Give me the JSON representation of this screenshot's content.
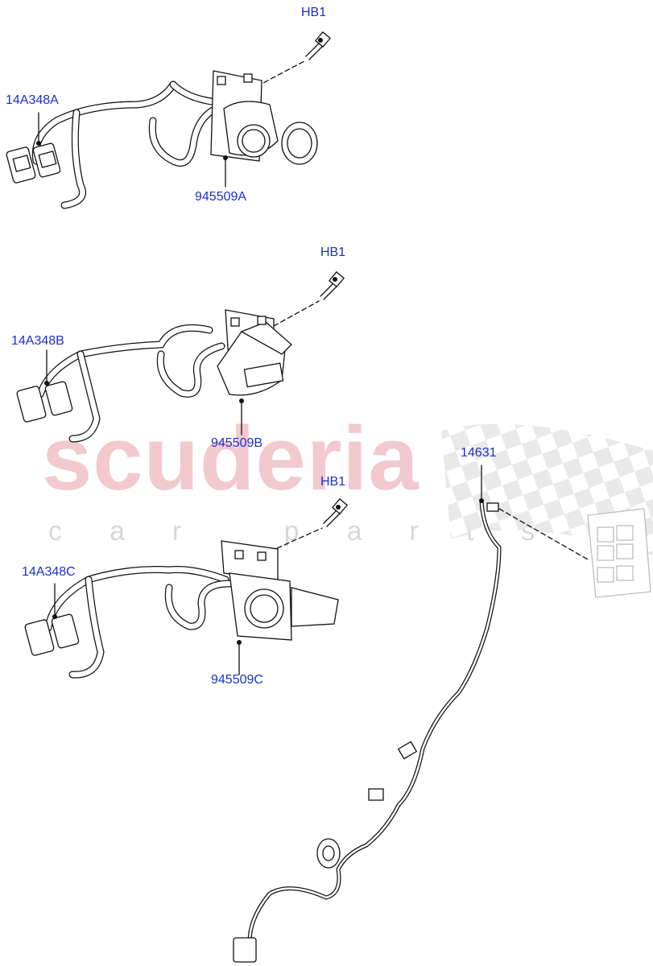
{
  "watermark": {
    "main": "scuderia",
    "sub": "car parts"
  },
  "callouts": [
    {
      "id": "hb1-a",
      "text": "HB1"
    },
    {
      "id": "harness-a",
      "text": "14A348A"
    },
    {
      "id": "socket-a",
      "text": "945509A"
    },
    {
      "id": "hb1-b",
      "text": "HB1"
    },
    {
      "id": "harness-b",
      "text": "14A348B"
    },
    {
      "id": "socket-b",
      "text": "945509B"
    },
    {
      "id": "hb1-c",
      "text": "HB1"
    },
    {
      "id": "harness-c",
      "text": "14A348C"
    },
    {
      "id": "socket-c",
      "text": "945509C"
    },
    {
      "id": "switch-harness",
      "text": "14631"
    }
  ],
  "colors": {
    "label": "#1a2fd0",
    "line": "#111111",
    "watermark_main": "#f2c9cd",
    "watermark_sub": "#d8d8d8",
    "checker": "#e6e6e6"
  }
}
